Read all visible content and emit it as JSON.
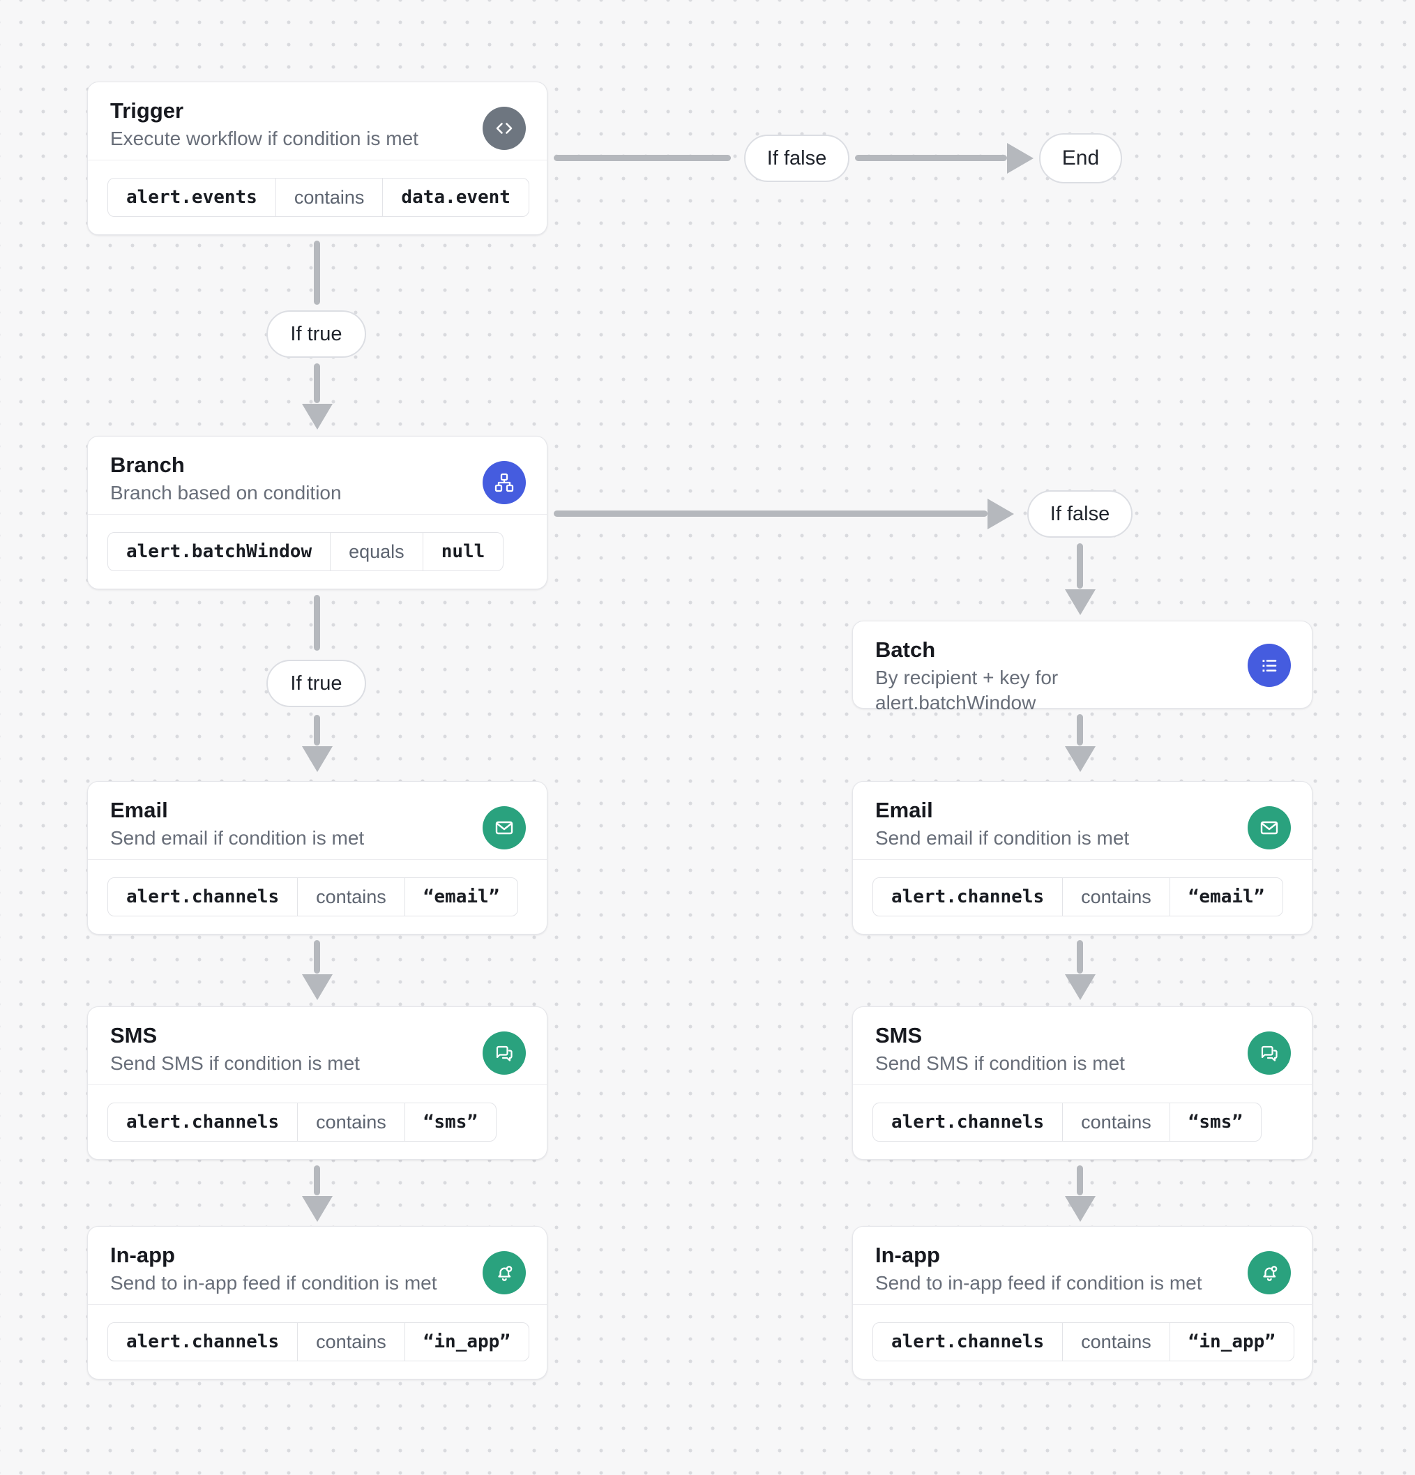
{
  "pills": {
    "if_true": "If true",
    "if_false": "If false",
    "end": "End"
  },
  "nodes": {
    "trigger": {
      "title": "Trigger",
      "subtitle": "Execute workflow if condition is met",
      "icon": "code-icon",
      "condition": {
        "field": "alert.events",
        "operator": "contains",
        "value": "data.event"
      }
    },
    "branch": {
      "title": "Branch",
      "subtitle": "Branch based on condition",
      "icon": "branch-icon",
      "condition": {
        "field": "alert.batchWindow",
        "operator": "equals",
        "value": "null"
      }
    },
    "batch": {
      "title": "Batch",
      "subtitle": "By recipient + key for alert.batchWindow",
      "icon": "list-icon"
    },
    "email_left": {
      "title": "Email",
      "subtitle": "Send email if condition is met",
      "icon": "envelope-icon",
      "condition": {
        "field": "alert.channels",
        "operator": "contains",
        "value": "“email”"
      }
    },
    "sms_left": {
      "title": "SMS",
      "subtitle": "Send SMS if condition is met",
      "icon": "chat-bubbles-icon",
      "condition": {
        "field": "alert.channels",
        "operator": "contains",
        "value": "“sms”"
      }
    },
    "inapp_left": {
      "title": "In-app",
      "subtitle": "Send to in-app feed if condition is met",
      "icon": "bell-icon",
      "condition": {
        "field": "alert.channels",
        "operator": "contains",
        "value": "“in_app”"
      }
    },
    "email_right": {
      "title": "Email",
      "subtitle": "Send email if condition is met",
      "icon": "envelope-icon",
      "condition": {
        "field": "alert.channels",
        "operator": "contains",
        "value": "“email”"
      }
    },
    "sms_right": {
      "title": "SMS",
      "subtitle": "Send SMS if condition is met",
      "icon": "chat-bubbles-icon",
      "condition": {
        "field": "alert.channels",
        "operator": "contains",
        "value": "“sms”"
      }
    },
    "inapp_right": {
      "title": "In-app",
      "subtitle": "Send to in-app feed if condition is met",
      "icon": "bell-icon",
      "condition": {
        "field": "alert.channels",
        "operator": "contains",
        "value": "“in_app”"
      }
    }
  },
  "colors": {
    "accent_blue": "#455cdf",
    "accent_green": "#2aa27e",
    "trigger_gray": "#6e7680",
    "arrow_gray": "#b5b8bd",
    "canvas_bg": "#f7f7f8",
    "dot_grid": "#d9dade"
  }
}
